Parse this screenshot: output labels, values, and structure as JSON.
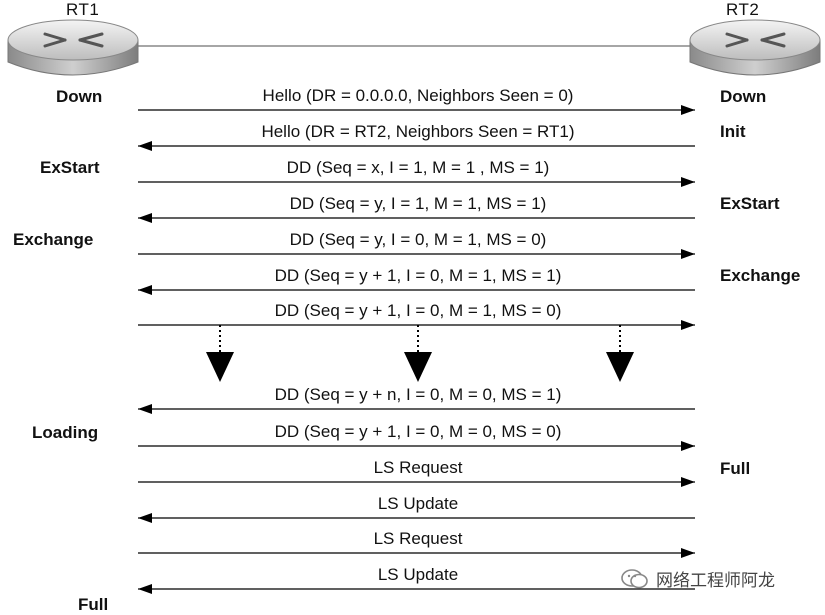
{
  "routers": {
    "left": "RT1",
    "right": "RT2"
  },
  "left_states": [
    "Down",
    "ExStart",
    "Exchange",
    "Loading",
    "Full"
  ],
  "right_states": [
    "Down",
    "Init",
    "ExStart",
    "Exchange",
    "Full"
  ],
  "messages": [
    {
      "text": "Hello (DR = 0.0.0.0, Neighbors Seen = 0)",
      "dir": "right"
    },
    {
      "text": "Hello (DR = RT2, Neighbors Seen = RT1)",
      "dir": "left"
    },
    {
      "text": "DD (Seq = x, I = 1, M = 1 , MS = 1)",
      "dir": "right"
    },
    {
      "text": "DD (Seq = y, I = 1, M = 1, MS = 1)",
      "dir": "left"
    },
    {
      "text": "DD (Seq = y, I = 0, M = 1, MS = 0)",
      "dir": "right"
    },
    {
      "text": "DD (Seq = y + 1, I = 0, M = 1, MS = 1)",
      "dir": "left"
    },
    {
      "text": "DD (Seq = y + 1, I = 0, M = 1, MS = 0)",
      "dir": "right"
    },
    {
      "text": "DD (Seq = y + n, I = 0, M = 0, MS = 1)",
      "dir": "left"
    },
    {
      "text": "DD (Seq = y + 1, I = 0, M = 0, MS = 0)",
      "dir": "right"
    },
    {
      "text": "LS Request",
      "dir": "right"
    },
    {
      "text": "LS Update",
      "dir": "left"
    },
    {
      "text": "LS Request",
      "dir": "right"
    },
    {
      "text": "LS Update",
      "dir": "left"
    }
  ],
  "watermark": "网络工程师阿龙"
}
